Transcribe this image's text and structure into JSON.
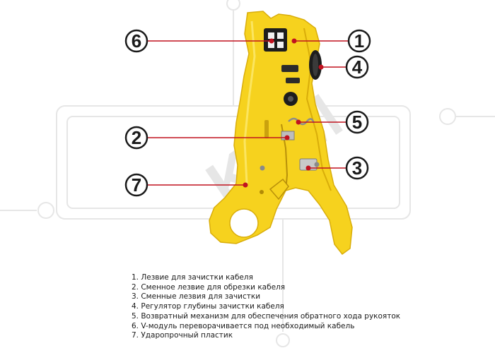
{
  "watermark_text": "KKM",
  "colors": {
    "body": "#f6d21e",
    "body_dark": "#d9ad0a",
    "body_light": "#fbe560",
    "callout_line": "#c1121f",
    "callout_circle": "#1a1a1a",
    "watermark": "#e6e6e6",
    "text": "#1a1a1a"
  },
  "callouts": [
    {
      "number": "6"
    },
    {
      "number": "1"
    },
    {
      "number": "4"
    },
    {
      "number": "5"
    },
    {
      "number": "2"
    },
    {
      "number": "3"
    },
    {
      "number": "7"
    }
  ],
  "legend": [
    "1.  Лезвие для зачистки кабеля",
    "2.  Сменное лезвие для обрезки кабеля",
    "3.  Сменные лезвия для зачистки",
    "4.  Регулятор глубины зачистки кабеля",
    "5.  Возвратный механизм  для обеспечения обратного хода рукояток",
    "6.  V-модуль переворачивается под необходимый кабель",
    "7.  Ударопрочный пластик"
  ]
}
